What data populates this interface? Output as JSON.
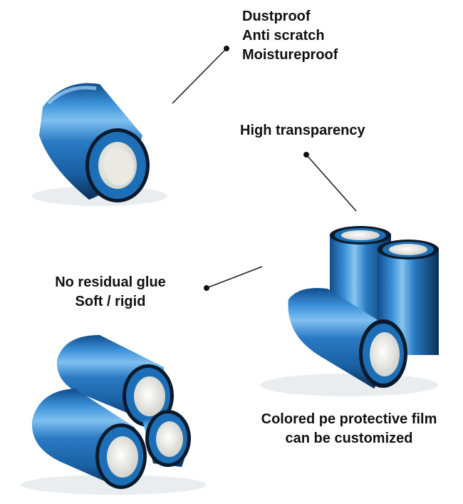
{
  "features": {
    "top_right": [
      "Dustproof",
      "Anti scratch",
      "Moistureproof"
    ],
    "middle_right": "High transparency",
    "middle_left": [
      "No residual glue",
      "Soft / rigid"
    ],
    "bottom_right": [
      "Colored pe protective film",
      "can be customized"
    ]
  },
  "colors": {
    "film_blue": "#1f6fb5",
    "film_dark": "#0c3a66",
    "film_light": "#6fb4ea",
    "core_white": "#f1f1ec",
    "edge_black": "#101820",
    "text": "#111111"
  }
}
